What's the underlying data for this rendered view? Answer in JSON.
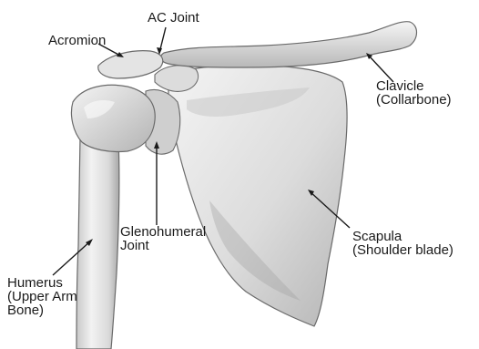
{
  "labels": {
    "ac_joint": "AC Joint",
    "acromion": "Acromion",
    "clavicle": "Clavicle\n(Collarbone)",
    "glenohumeral": "Glenohumeral\nJoint",
    "scapula": "Scapula\n(Shoulder blade)",
    "humerus": "Humerus\n(Upper Arm\nBone)"
  },
  "colors": {
    "bone_light": "#f2f2f2",
    "bone_mid": "#d6d6d6",
    "bone_shadow": "#a9a9a9",
    "outline": "#6a6a6a",
    "text": "#1a1a1a"
  }
}
